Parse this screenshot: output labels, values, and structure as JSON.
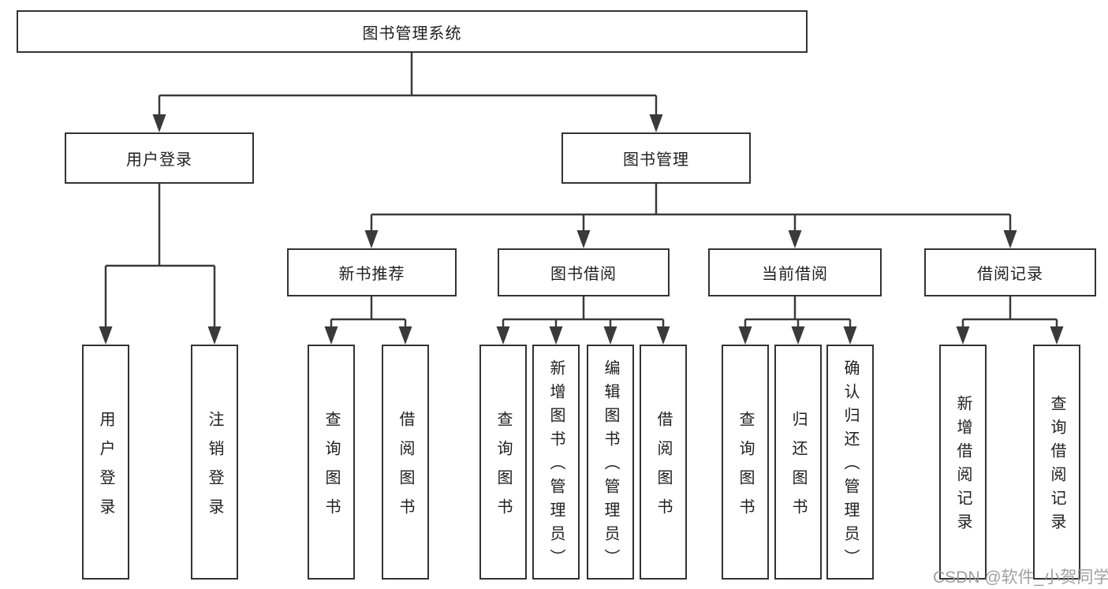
{
  "tree": {
    "root": "图书管理系统",
    "login": {
      "label": "用户登录",
      "children": [
        "用户登录",
        "注销登录"
      ]
    },
    "management": {
      "label": "图书管理",
      "sections": {
        "new_books": {
          "label": "新书推荐",
          "children": [
            "查询图书",
            "借阅图书"
          ]
        },
        "borrow": {
          "label": "图书借阅",
          "children": [
            "查询图书",
            "新增图书（管理员）",
            "编辑图书（管理员）",
            "借阅图书"
          ]
        },
        "current": {
          "label": "当前借阅",
          "children": [
            "查询图书",
            "归还图书",
            "确认归还（管理员）"
          ]
        },
        "records": {
          "label": "借阅记录",
          "children": [
            "新增借阅记录",
            "查询借阅记录"
          ]
        }
      }
    }
  },
  "watermark": "CSDN @软件_小贺同学",
  "colors": {
    "line": "#3a3a3a",
    "box_border": "#333333",
    "text": "#1f1f1f",
    "watermark_text": "#969696",
    "background": "#ffffff"
  }
}
